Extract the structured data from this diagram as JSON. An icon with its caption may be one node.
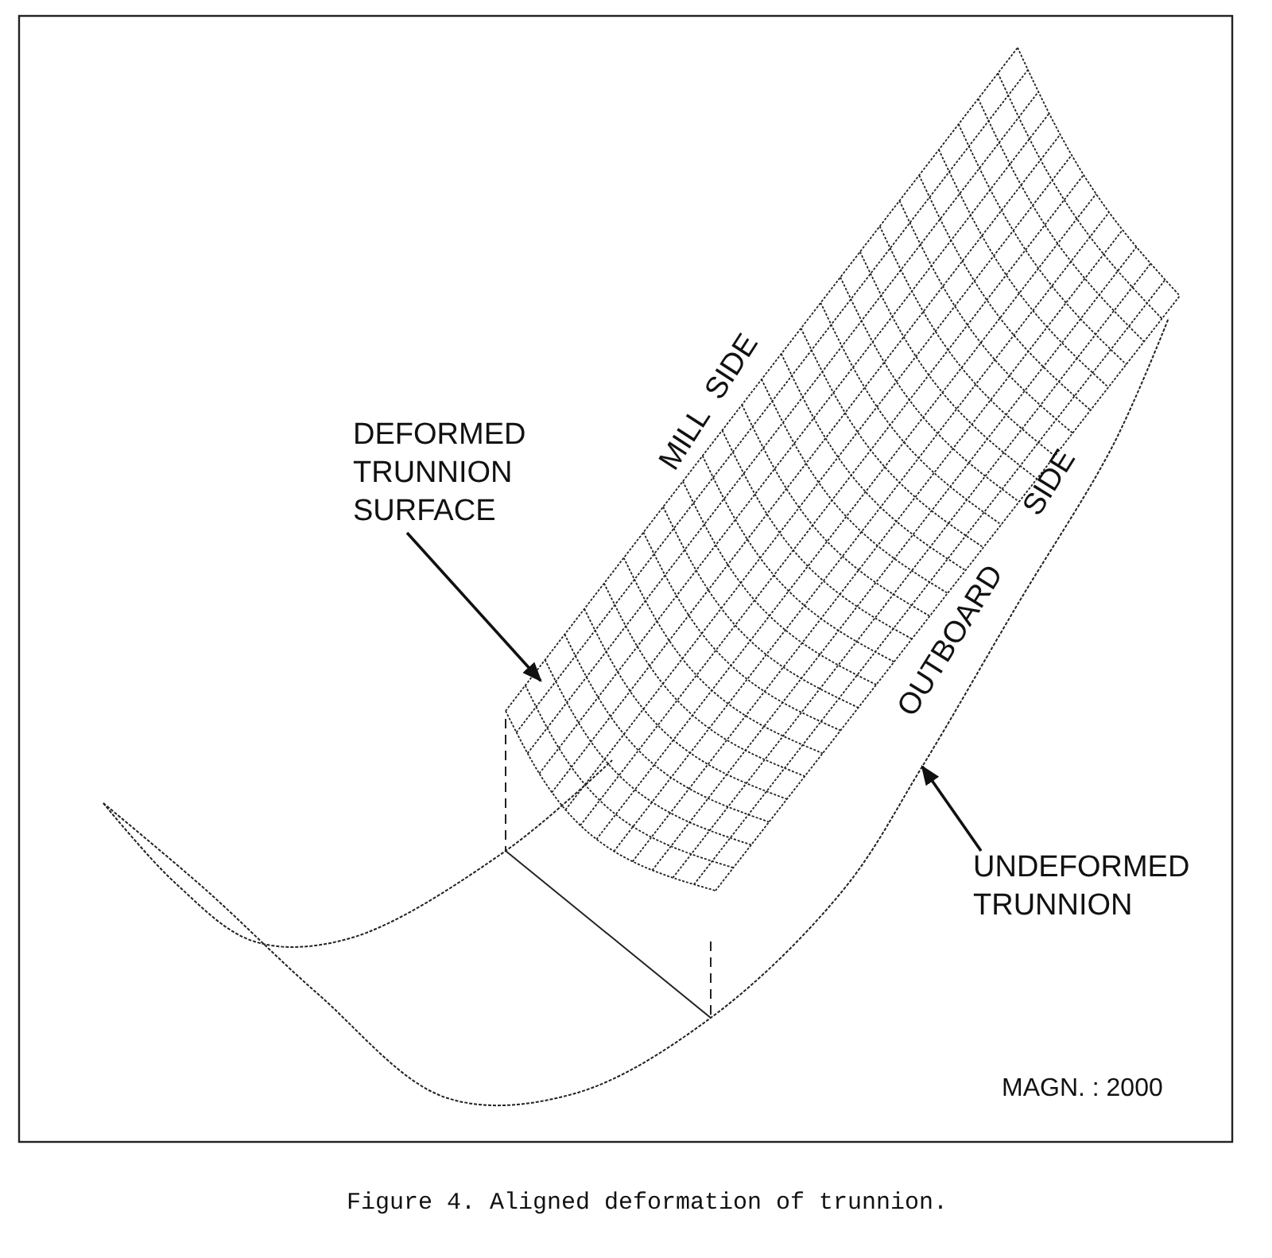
{
  "diagram": {
    "caption": "Figure 4. Aligned deformation of trunnion.",
    "nodes": [
      {
        "text": [
          "DEFORMED TRUNNION SURFACE"
        ]
      },
      {
        "text": [
          "UNDEFORMED TRUNNION"
        ]
      }
    ],
    "edges": [
      {
        "from": 0,
        "to": null,
        "arrow": "to"
      },
      {
        "from": 1,
        "to": null,
        "arrow": "to"
      }
    ],
    "labels": [
      "MILL SIDE",
      "OUTBOARD SIDE",
      "MAGN. : 2000"
    ]
  }
}
